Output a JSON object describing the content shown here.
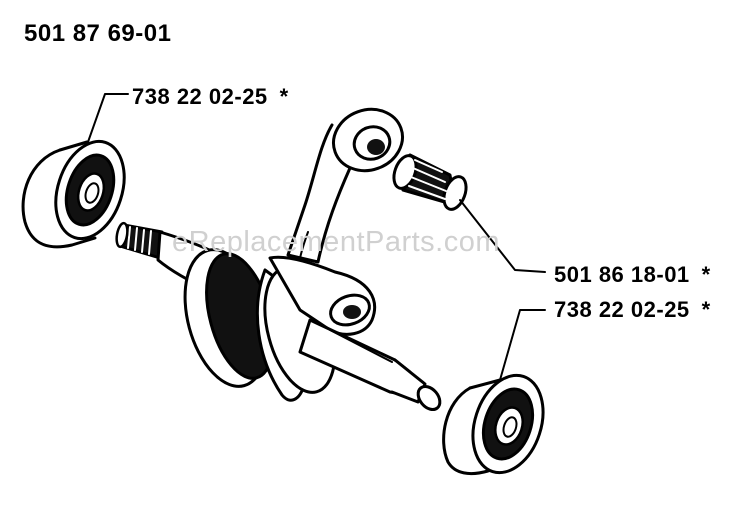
{
  "diagram": {
    "assembly_number": "501 87 69-01",
    "watermark": "eReplacementParts.com",
    "callouts": [
      {
        "part_number": "738 22 02-25",
        "marker": "*"
      },
      {
        "part_number": "501 86 18-01",
        "marker": "*"
      },
      {
        "part_number": "738 22 02-25",
        "marker": "*"
      }
    ],
    "colors": {
      "ink": "#000000",
      "paper": "#ffffff",
      "watermark": "#d0d0d0"
    }
  }
}
